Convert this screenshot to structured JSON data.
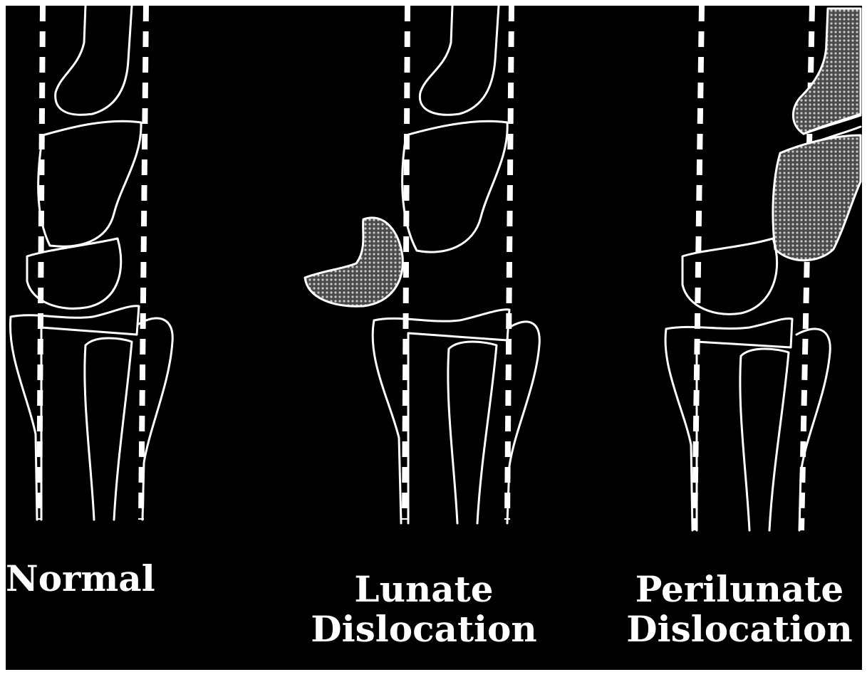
{
  "figure": {
    "panels": [
      {
        "id": "normal",
        "label_lines": [
          "Normal"
        ]
      },
      {
        "id": "lunate",
        "label_lines": [
          "Lunate",
          "Dislocation"
        ]
      },
      {
        "id": "perilunate",
        "label_lines": [
          "Perilunate",
          "Dislocation"
        ]
      }
    ],
    "colors": {
      "background": "#000000",
      "outline": "#ffffff",
      "highlight_fill": "#8c8c8c"
    }
  }
}
